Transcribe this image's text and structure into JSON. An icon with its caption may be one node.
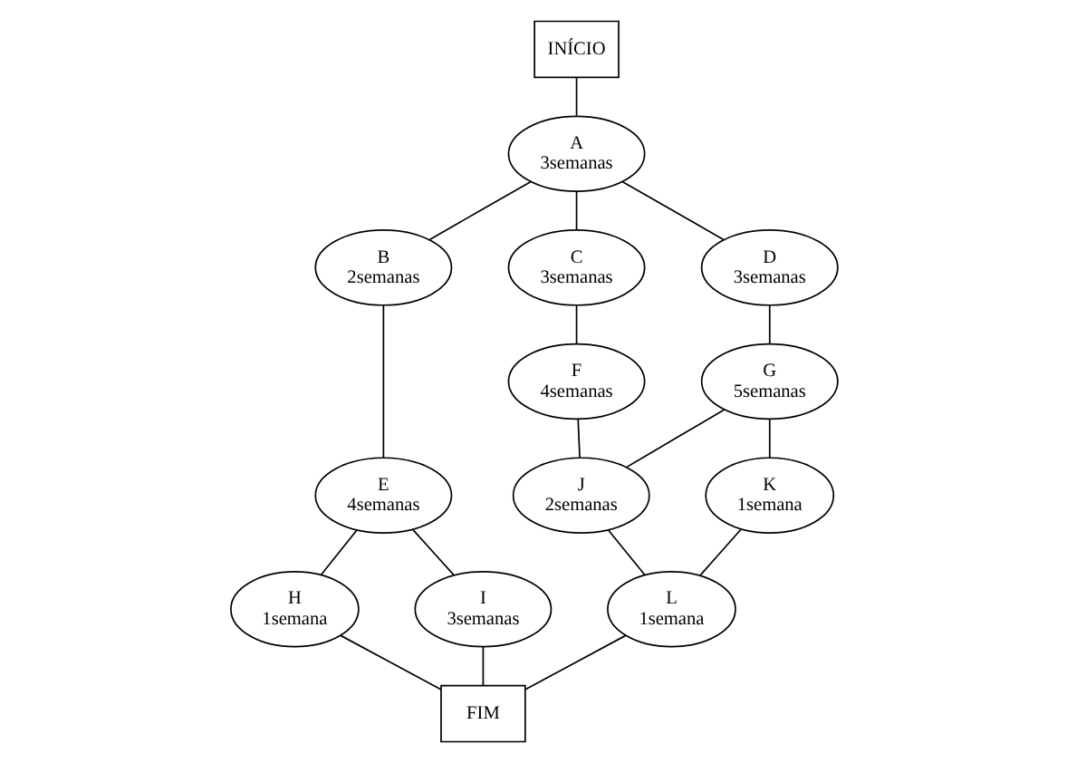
{
  "diagram": {
    "nodes": [
      {
        "text": [
          "INÍCIO"
        ]
      },
      {
        "text": [
          "A",
          "3semanas"
        ]
      },
      {
        "text": [
          "B",
          "2semanas"
        ]
      },
      {
        "text": [
          "C",
          "3semanas"
        ]
      },
      {
        "text": [
          "D",
          "3semanas"
        ]
      },
      {
        "text": [
          "E",
          "4semanas"
        ]
      },
      {
        "text": [
          "F",
          "4semanas"
        ]
      },
      {
        "text": [
          "G",
          "5semanas"
        ]
      },
      {
        "text": [
          "H",
          "1semana"
        ]
      },
      {
        "text": [
          "I",
          "3semanas"
        ]
      },
      {
        "text": [
          "J",
          "2semanas"
        ]
      },
      {
        "text": [
          "K",
          "1semana"
        ]
      },
      {
        "text": [
          "L",
          "1semana"
        ]
      },
      {
        "text": [
          "FIM"
        ]
      }
    ],
    "edges": [
      {
        "from": 0,
        "to": 1,
        "arrow": "none"
      },
      {
        "from": 1,
        "to": 2,
        "arrow": "none"
      },
      {
        "from": 1,
        "to": 3,
        "arrow": "none"
      },
      {
        "from": 1,
        "to": 4,
        "arrow": "none"
      },
      {
        "from": 2,
        "to": 5,
        "arrow": "none"
      },
      {
        "from": 3,
        "to": 6,
        "arrow": "none"
      },
      {
        "from": 4,
        "to": 7,
        "arrow": "none"
      },
      {
        "from": 5,
        "to": 8,
        "arrow": "none"
      },
      {
        "from": 5,
        "to": 9,
        "arrow": "none"
      },
      {
        "from": 6,
        "to": 10,
        "arrow": "none"
      },
      {
        "from": 7,
        "to": 10,
        "arrow": "none"
      },
      {
        "from": 7,
        "to": 11,
        "arrow": "none"
      },
      {
        "from": 10,
        "to": 12,
        "arrow": "none"
      },
      {
        "from": 11,
        "to": 12,
        "arrow": "none"
      },
      {
        "from": 8,
        "to": 13,
        "arrow": "none"
      },
      {
        "from": 9,
        "to": 13,
        "arrow": "none"
      },
      {
        "from": 12,
        "to": 13,
        "arrow": "none"
      }
    ]
  }
}
